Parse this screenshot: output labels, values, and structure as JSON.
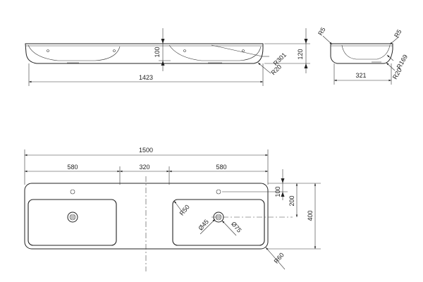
{
  "colors": {
    "line": "#222222",
    "background": "#ffffff"
  },
  "dimensions": {
    "front_length": "1423",
    "front_height": "120",
    "front_depth": "100",
    "front_radius_large": "R301",
    "front_radius_small": "R20",
    "side_depth": "321",
    "side_radius_top_left": "R5",
    "side_radius_top_right": "R5",
    "side_radius_mid": "R169",
    "side_radius_bottom": "R20",
    "plan_total_length": "1500",
    "plan_left_basin": "580",
    "plan_middle": "320",
    "plan_right_basin": "580",
    "plan_tap_offset": "100",
    "plan_drain_offset": "200",
    "plan_width": "400",
    "plan_corner_radius": "R50",
    "plan_hole_small": "Ø45",
    "plan_hole_large": "Ø75",
    "plan_outer_radius": "R60"
  }
}
